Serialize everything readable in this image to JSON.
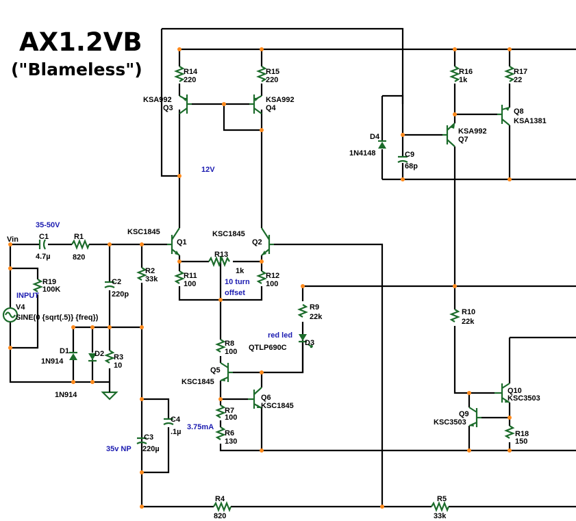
{
  "title": "AX1.2VB",
  "subtitle": "(\"Blameless\")",
  "notes": {
    "voltage_35_50": "35-50V",
    "v12": "12V",
    "input": "INPUT",
    "turn_offset_1": "10 turn",
    "turn_offset_2": "offset",
    "red_led": "red led",
    "current": "3.75mA",
    "np35": "35v NP"
  },
  "nets": {
    "vin": "Vin"
  },
  "components": {
    "R1": {
      "ref": "R1",
      "value": "820"
    },
    "R2": {
      "ref": "R2",
      "value": "33k"
    },
    "R3": {
      "ref": "R3",
      "value": "10"
    },
    "R4": {
      "ref": "R4",
      "value": "820"
    },
    "R5": {
      "ref": "R5",
      "value": "33k"
    },
    "R6": {
      "ref": "R6",
      "value": "130"
    },
    "R7": {
      "ref": "R7",
      "value": "100"
    },
    "R8": {
      "ref": "R8",
      "value": "100"
    },
    "R9": {
      "ref": "R9",
      "value": "22k"
    },
    "R10": {
      "ref": "R10",
      "value": "22k"
    },
    "R11": {
      "ref": "R11",
      "value": "100"
    },
    "R12": {
      "ref": "R12",
      "value": "100"
    },
    "R13": {
      "ref": "R13",
      "value": "1k"
    },
    "R14": {
      "ref": "R14",
      "value": "220"
    },
    "R15": {
      "ref": "R15",
      "value": "220"
    },
    "R16": {
      "ref": "R16",
      "value": "1k"
    },
    "R17": {
      "ref": "R17",
      "value": "22"
    },
    "R18": {
      "ref": "R18",
      "value": "150"
    },
    "R19": {
      "ref": "R19",
      "value": "100K"
    },
    "C1": {
      "ref": "C1",
      "value": "4.7µ"
    },
    "C2": {
      "ref": "C2",
      "value": "220p"
    },
    "C3": {
      "ref": "C3",
      "value": "220µ"
    },
    "C4": {
      "ref": "C4",
      "value": ".1µ"
    },
    "C9": {
      "ref": "C9",
      "value": "68p"
    },
    "D1": {
      "ref": "D1",
      "value": "1N914"
    },
    "D2": {
      "ref": "D2",
      "value": "1N914"
    },
    "D3": {
      "ref": "D3",
      "value": "QTLP690C"
    },
    "D4": {
      "ref": "D4",
      "value": "1N4148"
    },
    "V4": {
      "ref": "V4",
      "value": "SINE(0 {sqrt(.5)} {freq})"
    },
    "Q1": {
      "ref": "Q1",
      "value": "KSC1845"
    },
    "Q2": {
      "ref": "Q2",
      "value": "KSC1845"
    },
    "Q3": {
      "ref": "Q3",
      "value": "KSA992"
    },
    "Q4": {
      "ref": "Q4",
      "value": "KSA992"
    },
    "Q5": {
      "ref": "Q5",
      "value": "KSC1845"
    },
    "Q6": {
      "ref": "Q6",
      "value": "KSC1845"
    },
    "Q7": {
      "ref": "Q7",
      "value": "KSA992"
    },
    "Q8": {
      "ref": "Q8",
      "value": "KSA1381"
    },
    "Q9": {
      "ref": "Q9",
      "value": "KSC3503"
    },
    "Q10": {
      "ref": "Q10",
      "value": "KSC3503"
    }
  }
}
